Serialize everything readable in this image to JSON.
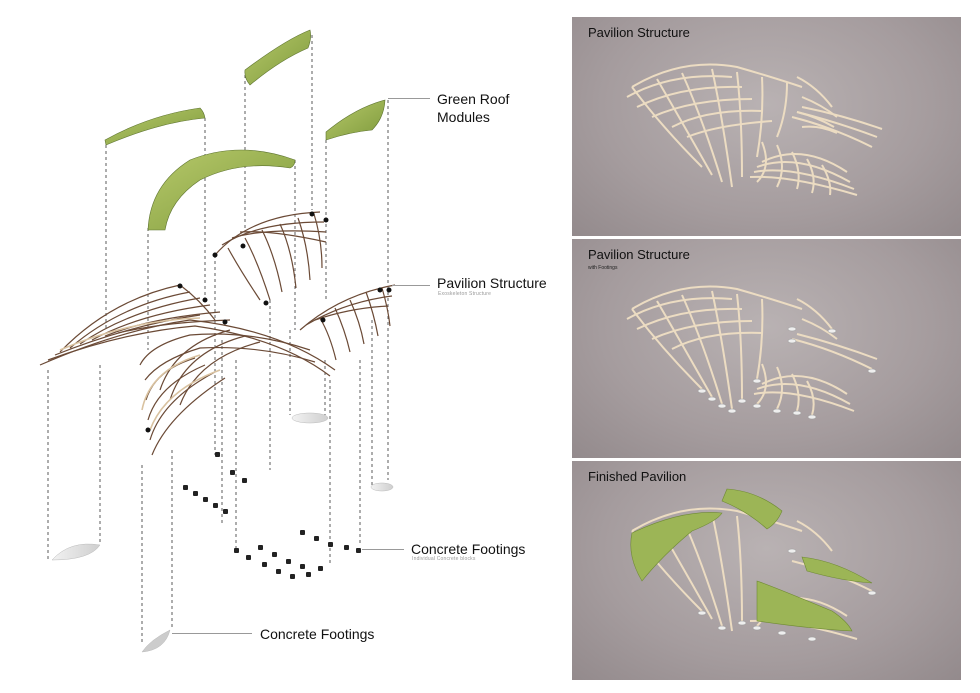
{
  "diagram": {
    "labels": {
      "green_roof": "Green Roof\nModules",
      "pavilion_structure": "Pavilion Structure",
      "pavilion_structure_sub": "Exoskeleton Structure",
      "concrete_footings_1": "Concrete Footings",
      "concrete_footings_1_sub": "Individual Concrete blocks",
      "concrete_footings_2": "Concrete Footings"
    }
  },
  "panels": [
    {
      "title": "Pavilion Structure",
      "subtitle": ""
    },
    {
      "title": "Pavilion Structure",
      "subtitle": "with Footings"
    },
    {
      "title": "Finished Pavilion",
      "subtitle": ""
    }
  ],
  "colors": {
    "roof_green": "#9cb556",
    "timber": "#e6d2b4",
    "timber_dark": "#6b4a36",
    "panel_bg": "#a8a0a2"
  }
}
